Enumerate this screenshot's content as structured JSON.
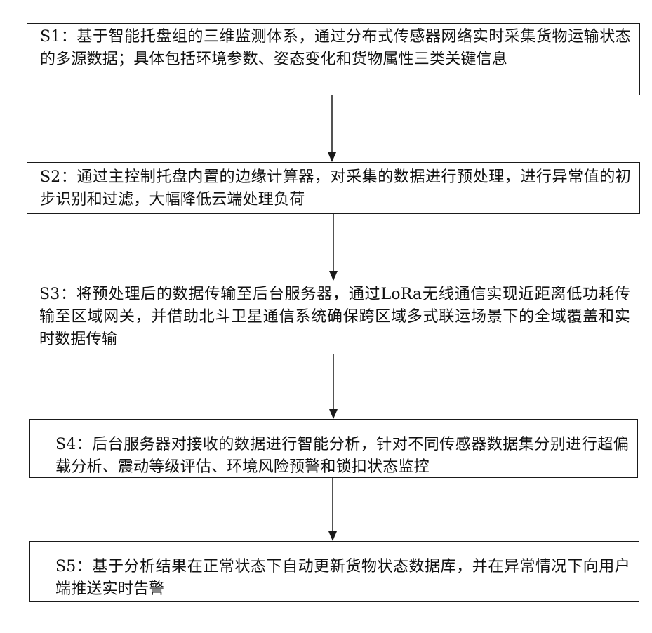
{
  "steps": [
    {
      "id": "s1",
      "text": "S1：基于智能托盘组的三维监测体系，通过分布式传感器网络实时采集货物运输状态的多源数据；具体包括环境参数、姿态变化和货物属性三类关键信息"
    },
    {
      "id": "s2",
      "text": "S2：通过主控制托盘内置的边缘计算器，对采集的数据进行预处理，进行异常值的初步识别和过滤，大幅降低云端处理负荷"
    },
    {
      "id": "s3",
      "text": "S3：将预处理后的数据传输至后台服务器，通过LoRa无线通信实现近距离低功耗传输至区域网关，并借助北斗卫星通信系统确保跨区域多式联运场景下的全域覆盖和实时数据传输"
    },
    {
      "id": "s4",
      "text": "S4：后台服务器对接收的数据进行智能分析，针对不同传感器数据集分别进行超偏载分析、震动等级评估、环境风险预警和锁扣状态监控"
    },
    {
      "id": "s5",
      "text": "S5：基于分析结果在正常状态下自动更新货物状态数据库，并在异常情况下向用户端推送实时告警"
    }
  ],
  "colors": {
    "border": "#1a1a1a",
    "text": "#111111",
    "background": "#ffffff"
  }
}
